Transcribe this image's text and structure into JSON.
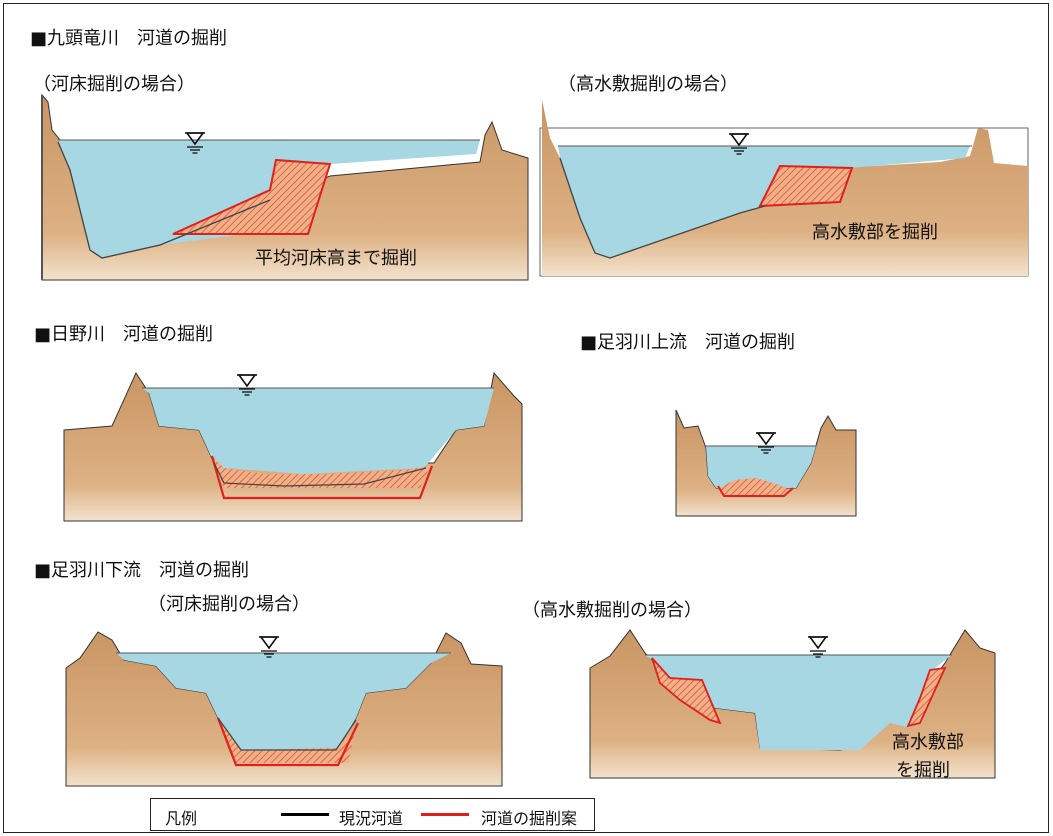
{
  "kuzuryu": {
    "title": "■九頭竜川　河道の掘削",
    "case_bed": "（河床掘削の場合）",
    "case_hw": "（高水敷掘削の場合）",
    "bed_note": "平均河床高まで掘削",
    "hw_note": "高水敷部を掘削"
  },
  "hino": {
    "title": "■日野川　河道の掘削"
  },
  "asuwa_up": {
    "title": "■足羽川上流　河道の掘削"
  },
  "asuwa_down": {
    "title": "■足羽川下流　河道の掘削",
    "case_bed": "（河床掘削の場合）",
    "case_hw": "（高水敷掘削の場合）",
    "hw_note_line1": "高水敷部",
    "hw_note_line2": "を掘削"
  },
  "legend": {
    "title": "凡例",
    "current_label": "現況河道",
    "plan_label": "河道の掘削案",
    "current_color": "#000000",
    "plan_color": "#e0201a"
  },
  "colors": {
    "ground": "#d9a878",
    "ground_light": "#f0dcc4",
    "water": "#a6d7e2",
    "excavation": "#e8906a"
  },
  "icons": [
    "water-level-icon"
  ]
}
